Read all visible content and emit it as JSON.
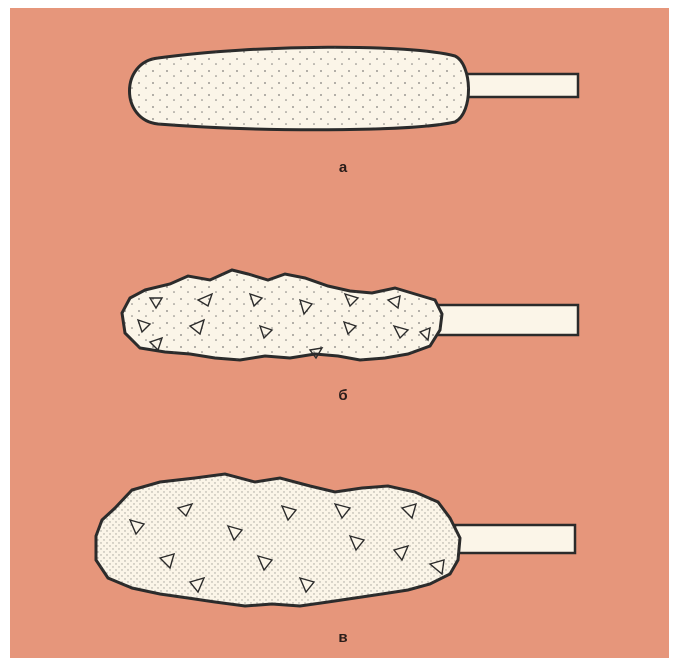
{
  "figure": {
    "colors": {
      "background": "#e6967b",
      "body_fill": "#fbf5e8",
      "outline": "#2b2b2b",
      "stipple": "#4a4a4a"
    },
    "panels": [
      {
        "caption": "а",
        "tip_shape": "smooth-oval",
        "grains": "none"
      },
      {
        "caption": "б",
        "tip_shape": "irregular",
        "grains": "triangular"
      },
      {
        "caption": "в",
        "tip_shape": "irregular-worn",
        "grains": "triangular"
      }
    ]
  }
}
